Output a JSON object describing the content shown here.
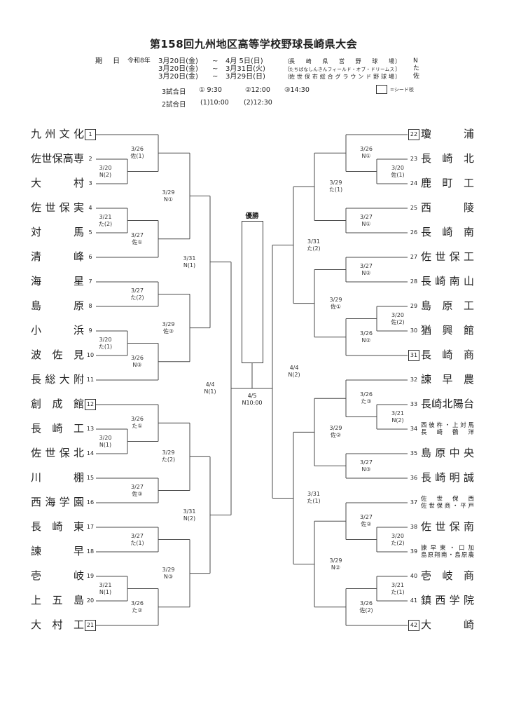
{
  "title": "第158回九州地区高等学校野球長崎県大会",
  "schedule": {
    "label": "期 日",
    "era": "令和8年",
    "bracket_open": "〔",
    "bracket_close": "〕",
    "rows": [
      {
        "start": "3月20日(金)",
        "tilde": "~",
        "end": "4月 5日(日)",
        "venue": "長崎県営野球場",
        "code": "N"
      },
      {
        "start": "3月20日(金)",
        "tilde": "~",
        "end": "3月31日(火)",
        "venue": "たちばなしんきんフィールド・オブ・ドリームス",
        "code": "た"
      },
      {
        "start": "3月20日(金)",
        "tilde": "~",
        "end": "3月29日(日)",
        "venue": "佐世保市総合グラウンド野球場",
        "code": "佐"
      }
    ]
  },
  "times": {
    "three_games": {
      "label": "3試合日",
      "slots": [
        "① 9:30",
        "②12:00",
        "③14:30"
      ]
    },
    "two_games": {
      "label": "2試合日",
      "slots": [
        "(1)10:00",
        "(2)12:30"
      ]
    },
    "seed_legend": "=シード校"
  },
  "champion_label": "優勝",
  "final": {
    "date": "4/5",
    "venue": "N10:00"
  },
  "teams": {
    "left": [
      {
        "no": 1,
        "name": "九州文化",
        "seed": true
      },
      {
        "no": 2,
        "name": "佐世保高専",
        "seed": false
      },
      {
        "no": 3,
        "name": "大村",
        "seed": false
      },
      {
        "no": 4,
        "name": "佐世保実",
        "seed": false
      },
      {
        "no": 5,
        "name": "対馬",
        "seed": false
      },
      {
        "no": 6,
        "name": "清峰",
        "seed": false
      },
      {
        "no": 7,
        "name": "海星",
        "seed": false
      },
      {
        "no": 8,
        "name": "島原",
        "seed": false
      },
      {
        "no": 9,
        "name": "小浜",
        "seed": false
      },
      {
        "no": 10,
        "name": "波佐見",
        "seed": false
      },
      {
        "no": 11,
        "name": "長総大附",
        "seed": false
      },
      {
        "no": 12,
        "name": "創成館",
        "seed": true
      },
      {
        "no": 13,
        "name": "長崎工",
        "seed": false
      },
      {
        "no": 14,
        "name": "佐世保北",
        "seed": false
      },
      {
        "no": 15,
        "name": "川棚",
        "seed": false
      },
      {
        "no": 16,
        "name": "西海学園",
        "seed": false
      },
      {
        "no": 17,
        "name": "長崎東",
        "seed": false
      },
      {
        "no": 18,
        "name": "諫早",
        "seed": false
      },
      {
        "no": 19,
        "name": "壱岐",
        "seed": false
      },
      {
        "no": 20,
        "name": "上五島",
        "seed": false
      },
      {
        "no": 21,
        "name": "大村工",
        "seed": true
      }
    ],
    "right": [
      {
        "no": 22,
        "name": "瓊浦",
        "seed": true
      },
      {
        "no": 23,
        "name": "長崎北",
        "seed": false
      },
      {
        "no": 24,
        "name": "鹿町工",
        "seed": false
      },
      {
        "no": 25,
        "name": "西陵",
        "seed": false
      },
      {
        "no": 26,
        "name": "長崎南",
        "seed": false
      },
      {
        "no": 27,
        "name": "佐世保工",
        "seed": false
      },
      {
        "no": 28,
        "name": "長崎南山",
        "seed": false
      },
      {
        "no": 29,
        "name": "島原工",
        "seed": false
      },
      {
        "no": 30,
        "name": "猶興館",
        "seed": false
      },
      {
        "no": 31,
        "name": "長崎商",
        "seed": true
      },
      {
        "no": 32,
        "name": "諫早農",
        "seed": false
      },
      {
        "no": 33,
        "name": "長崎北陽台",
        "seed": false
      },
      {
        "no": 34,
        "lines": [
          "西彼杵・上対馬",
          "長崎鶴洋"
        ],
        "seed": false
      },
      {
        "no": 35,
        "name": "島原中央",
        "seed": false
      },
      {
        "no": 36,
        "name": "長崎明誠",
        "seed": false
      },
      {
        "no": 37,
        "lines": [
          "佐世保西",
          "佐世保商・平戸"
        ],
        "seed": false
      },
      {
        "no": 38,
        "name": "佐世保南",
        "seed": false
      },
      {
        "no": 39,
        "lines": [
          "諫早東・口加",
          "島原翔南・島原農"
        ],
        "seed": false
      },
      {
        "no": 40,
        "name": "壱岐商",
        "seed": false
      },
      {
        "no": 41,
        "name": "鎮西学院",
        "seed": false
      },
      {
        "no": 42,
        "name": "大崎",
        "seed": true
      }
    ]
  },
  "matches": [
    {
      "id": "m1",
      "side": "left",
      "round": 1,
      "a": "t2",
      "b": "t3",
      "date": "3/20",
      "venue": "N(2)"
    },
    {
      "id": "m2",
      "side": "left",
      "round": 2,
      "a": "t1",
      "b": "m1",
      "date": "3/26",
      "venue": "佐(1)"
    },
    {
      "id": "m3",
      "side": "left",
      "round": 1,
      "a": "t4",
      "b": "t5",
      "date": "3/21",
      "venue": "た(2)"
    },
    {
      "id": "m4",
      "side": "left",
      "round": 2,
      "a": "m3",
      "b": "t6",
      "date": "3/27",
      "venue": "佐①"
    },
    {
      "id": "m5",
      "side": "left",
      "round": 3,
      "a": "m2",
      "b": "m4",
      "date": "3/29",
      "venue": "N①"
    },
    {
      "id": "m6",
      "side": "left",
      "round": 2,
      "a": "t7",
      "b": "t8",
      "date": "3/27",
      "venue": "た(2)"
    },
    {
      "id": "m7",
      "side": "left",
      "round": 1,
      "a": "t9",
      "b": "t10",
      "date": "3/20",
      "venue": "た(1)"
    },
    {
      "id": "m8",
      "side": "left",
      "round": 2,
      "a": "m7",
      "b": "t11",
      "date": "3/26",
      "venue": "N③"
    },
    {
      "id": "m9",
      "side": "left",
      "round": 3,
      "a": "m6",
      "b": "m8",
      "date": "3/29",
      "venue": "佐③"
    },
    {
      "id": "m10",
      "side": "left",
      "round": 4,
      "a": "m5",
      "b": "m9",
      "date": "3/31",
      "venue": "N(1)"
    },
    {
      "id": "m11",
      "side": "left",
      "round": 1,
      "a": "t13",
      "b": "t14",
      "date": "3/20",
      "venue": "N(1)"
    },
    {
      "id": "m12",
      "side": "left",
      "round": 2,
      "a": "t12",
      "b": "m11",
      "date": "3/26",
      "venue": "た①"
    },
    {
      "id": "m13",
      "side": "left",
      "round": 2,
      "a": "t15",
      "b": "t16",
      "date": "3/27",
      "venue": "佐③"
    },
    {
      "id": "m14",
      "side": "left",
      "round": 3,
      "a": "m12",
      "b": "m13",
      "date": "3/29",
      "venue": "た(2)"
    },
    {
      "id": "m15",
      "side": "left",
      "round": 2,
      "a": "t17",
      "b": "t18",
      "date": "3/27",
      "venue": "た(1)"
    },
    {
      "id": "m16",
      "side": "left",
      "round": 1,
      "a": "t19",
      "b": "t20",
      "date": "3/21",
      "venue": "N(1)"
    },
    {
      "id": "m17",
      "side": "left",
      "round": 2,
      "a": "m16",
      "b": "t21",
      "date": "3/26",
      "venue": "た②"
    },
    {
      "id": "m18",
      "side": "left",
      "round": 3,
      "a": "m15",
      "b": "m17",
      "date": "3/29",
      "venue": "N③"
    },
    {
      "id": "m19",
      "side": "left",
      "round": 4,
      "a": "m14",
      "b": "m18",
      "date": "3/31",
      "venue": "N(2)"
    },
    {
      "id": "m20",
      "side": "left",
      "round": 5,
      "a": "m10",
      "b": "m19",
      "date": "4/4",
      "venue": "N(1)"
    },
    {
      "id": "m21",
      "side": "right",
      "round": 1,
      "a": "t23",
      "b": "t24",
      "date": "3/20",
      "venue": "佐(1)"
    },
    {
      "id": "m22",
      "side": "right",
      "round": 2,
      "a": "t22",
      "b": "m21",
      "date": "3/26",
      "venue": "N①"
    },
    {
      "id": "m23",
      "side": "right",
      "round": 2,
      "a": "t25",
      "b": "t26",
      "date": "3/27",
      "venue": "N①"
    },
    {
      "id": "m24",
      "side": "right",
      "round": 3,
      "a": "m22",
      "b": "m23",
      "date": "3/29",
      "venue": "た(1)"
    },
    {
      "id": "m25",
      "side": "right",
      "round": 2,
      "a": "t27",
      "b": "t28",
      "date": "3/27",
      "venue": "N②"
    },
    {
      "id": "m26",
      "side": "right",
      "round": 1,
      "a": "t29",
      "b": "t30",
      "date": "3/20",
      "venue": "佐(2)"
    },
    {
      "id": "m27",
      "side": "right",
      "round": 2,
      "a": "m26",
      "b": "t31",
      "date": "3/26",
      "venue": "N②"
    },
    {
      "id": "m28",
      "side": "right",
      "round": 3,
      "a": "m25",
      "b": "m27",
      "date": "3/29",
      "venue": "佐①"
    },
    {
      "id": "m29",
      "side": "right",
      "round": 4,
      "a": "m24",
      "b": "m28",
      "date": "3/31",
      "venue": "た(2)"
    },
    {
      "id": "m30",
      "side": "right",
      "round": 1,
      "a": "t33",
      "b": "t34",
      "date": "3/21",
      "venue": "N(2)"
    },
    {
      "id": "m31",
      "side": "right",
      "round": 2,
      "a": "t32",
      "b": "m30",
      "date": "3/26",
      "venue": "た③"
    },
    {
      "id": "m32",
      "side": "right",
      "round": 2,
      "a": "t35",
      "b": "t36",
      "date": "3/27",
      "venue": "N③"
    },
    {
      "id": "m33",
      "side": "right",
      "round": 3,
      "a": "m31",
      "b": "m32",
      "date": "3/29",
      "venue": "佐②"
    },
    {
      "id": "m34",
      "side": "right",
      "round": 1,
      "a": "t38",
      "b": "t39",
      "date": "3/20",
      "venue": "た(2)"
    },
    {
      "id": "m35",
      "side": "right",
      "round": 2,
      "a": "t37",
      "b": "m34",
      "date": "3/27",
      "venue": "佐②"
    },
    {
      "id": "m36",
      "side": "right",
      "round": 1,
      "a": "t40",
      "b": "t41",
      "date": "3/21",
      "venue": "た(1)"
    },
    {
      "id": "m37",
      "side": "right",
      "round": 2,
      "a": "m36",
      "b": "t42",
      "date": "3/26",
      "venue": "佐(2)"
    },
    {
      "id": "m38",
      "side": "right",
      "round": 3,
      "a": "m35",
      "b": "m37",
      "date": "3/29",
      "venue": "N②"
    },
    {
      "id": "m39",
      "side": "right",
      "round": 4,
      "a": "m33",
      "b": "m38",
      "date": "3/31",
      "venue": "た(1)"
    },
    {
      "id": "m40",
      "side": "right",
      "round": 5,
      "a": "m29",
      "b": "m39",
      "date": "4/4",
      "venue": "N(2)"
    }
  ]
}
